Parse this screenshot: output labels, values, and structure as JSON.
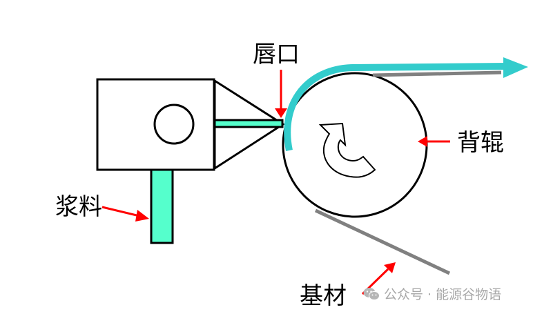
{
  "diagram": {
    "type": "slot-die coating process schematic",
    "labels": {
      "lip": "唇口",
      "back_roll": "背辊",
      "slurry": "浆料",
      "substrate": "基材"
    },
    "watermark": {
      "icon": "wechat-icon",
      "text": "公众号 · 能源谷物语"
    },
    "colors": {
      "coating": "#33CCCC",
      "slurry": "#55FFCC",
      "substrate": "#808080",
      "pointer": "#FF0000",
      "outline": "#000000",
      "watermark": "#A8A8A8"
    }
  }
}
